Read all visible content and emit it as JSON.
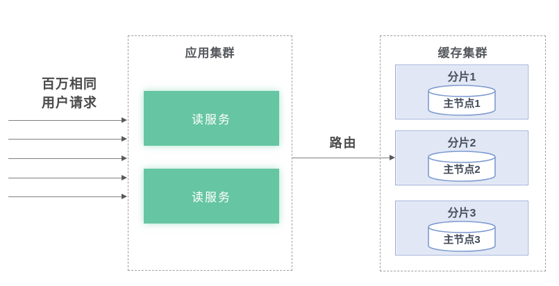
{
  "left": {
    "label_line1": "百万相同",
    "label_line2": "用户请求",
    "request_arrow_count": 5
  },
  "app_cluster": {
    "title": "应用集群",
    "services": [
      "读服务",
      "读服务"
    ]
  },
  "route": {
    "label": "路由"
  },
  "cache_cluster": {
    "title": "缓存集群",
    "shards": [
      {
        "label": "分片1",
        "node_label": "主节点1"
      },
      {
        "label": "分片2",
        "node_label": "主节点2"
      },
      {
        "label": "分片3",
        "node_label": "主节点3"
      }
    ]
  },
  "colors": {
    "service_fill": "#66c5a2",
    "service_text": "#ffffff",
    "shard_fill": "#e1e7f4",
    "shard_border": "#98aad8",
    "cylinder_stroke": "#7d9ad0",
    "dashed_border": "#9e9e9e",
    "arrow_line": "#7f7f7f",
    "text_dark": "#4a4a4a"
  }
}
